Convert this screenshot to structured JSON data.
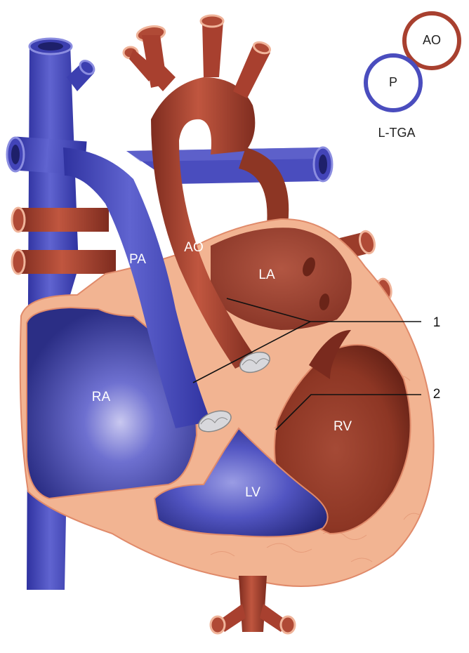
{
  "labels": {
    "ra": "RA",
    "lv": "LV",
    "rv": "RV",
    "la": "LA",
    "pa": "PA",
    "ao": "AO"
  },
  "callouts": {
    "one": "1",
    "two": "2"
  },
  "legend": {
    "aorta": "AO",
    "pulmonary": "P",
    "caption": "L-TGA"
  },
  "colors": {
    "venous_blue": "#4a4dbe",
    "venous_dark": "#25287a",
    "arterial_red": "#a8402f",
    "arterial_dark": "#7a2a1e",
    "myocardium": "#f2b492",
    "outline": "#e08a6a",
    "valve": "#d8d8dc"
  }
}
